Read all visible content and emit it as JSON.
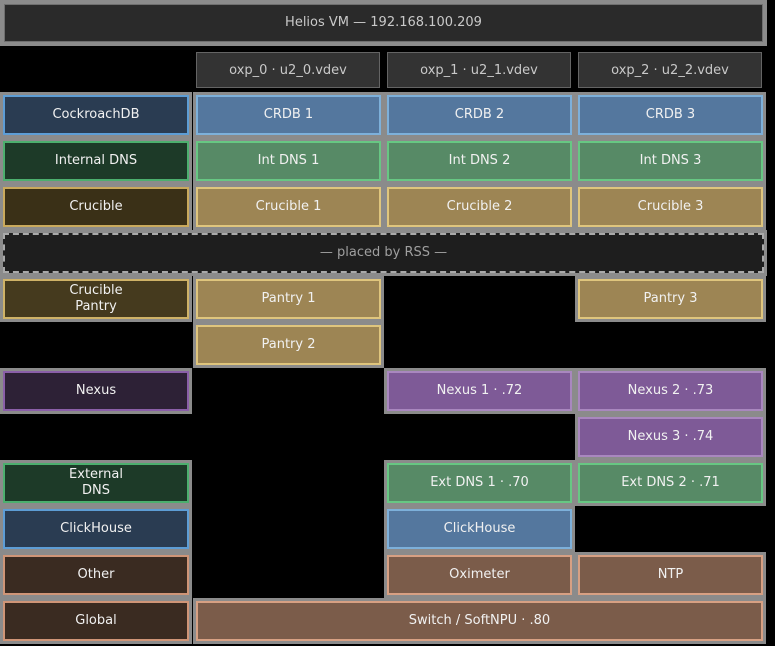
{
  "header": {
    "title": "Helios VM — 192.168.100.209"
  },
  "grid": {
    "col_headers": [
      "oxp_0 · u2_0.vdev",
      "oxp_1 · u2_1.vdev",
      "oxp_2 · u2_2.vdev"
    ],
    "rows": [
      {
        "label": "CockroachDB",
        "cells": [
          "CRDB 1",
          "CRDB 2",
          "CRDB 3"
        ]
      },
      {
        "label": "Internal DNS",
        "cells": [
          "Int DNS 1",
          "Int DNS 2",
          "Int DNS 3"
        ]
      },
      {
        "label": "Crucible",
        "cells": [
          "Crucible 1",
          "Crucible 2",
          "Crucible 3"
        ]
      },
      {
        "banner": "— placed by RSS —"
      },
      {
        "label": "Crucible\nPantry",
        "cells": [
          "Pantry 1",
          null,
          "Pantry 3"
        ]
      },
      {
        "label": null,
        "cells": [
          "Pantry 2",
          null,
          null
        ]
      },
      {
        "label": "Nexus",
        "cells": [
          null,
          "Nexus 1 · .72",
          "Nexus 2 · .73"
        ]
      },
      {
        "label": null,
        "cells": [
          null,
          null,
          "Nexus 3 · .74"
        ]
      },
      {
        "label": "External\nDNS",
        "cells": [
          null,
          "Ext DNS 1 · .70",
          "Ext DNS 2 · .71"
        ]
      },
      {
        "label": "ClickHouse",
        "cells": [
          null,
          "ClickHouse",
          null
        ]
      },
      {
        "label": "Other",
        "cells": [
          null,
          "Oximeter",
          "NTP"
        ]
      },
      {
        "label": "Global",
        "span": "Switch / SoftNPU · .80"
      }
    ]
  },
  "colors": {
    "background": "#000000",
    "grid_spacing_gray": "#8b8b8b",
    "vm_header_fill": "#2a2a2a",
    "column_header_fill": "#333333",
    "cockroach_label_fill": "#2a3c52",
    "cockroach_border": "#5d9dd5",
    "crdb_cell_fill": "#54779e",
    "dns_label_fill": "#1d3a28",
    "dns_border": "#4caf6e",
    "dns_cell_fill": "#578a66",
    "crucible_label_fill": "#3a3017",
    "crucible_border": "#c9a95c",
    "crucible_cell_fill": "#9d8554",
    "nexus_label_fill": "#2d2136",
    "nexus_border": "#8a5fa8",
    "nexus_cell_fill": "#7e5a97",
    "other_label_fill": "#3a2b21",
    "other_border": "#cf9577",
    "other_cell_fill": "#7b5c4a",
    "rss_banner_fill": "#1e1e1e",
    "rss_banner_border": "#a9a9a9"
  }
}
